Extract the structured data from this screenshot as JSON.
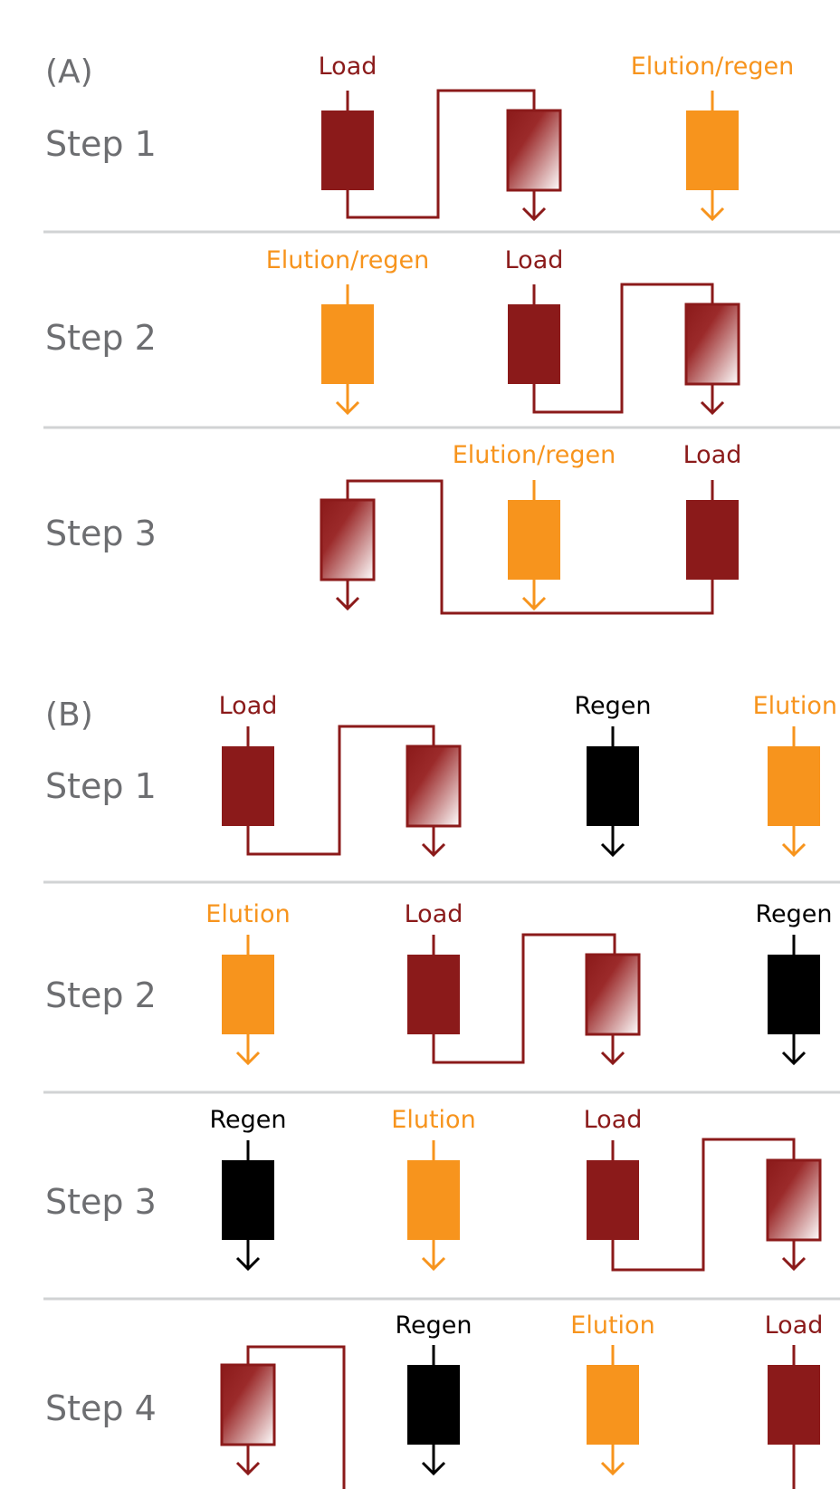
{
  "colors": {
    "load": "#8b1a1a",
    "elution": "#f7941d",
    "regen": "#000000",
    "divider": "#d1d3d4",
    "step_text": "#6d6e71"
  },
  "panel_a": {
    "label": "(A)",
    "steps": [
      {
        "label": "Step 1",
        "columns": [
          {
            "label": "Load",
            "role": "load"
          },
          {
            "label": "",
            "role": "loaded"
          },
          {
            "label": "Elution/regen",
            "role": "elution"
          }
        ]
      },
      {
        "label": "Step 2",
        "columns": [
          {
            "label": "Elution/regen",
            "role": "elution"
          },
          {
            "label": "Load",
            "role": "load"
          },
          {
            "label": "",
            "role": "loaded"
          }
        ]
      },
      {
        "label": "Step 3",
        "columns": [
          {
            "label": "",
            "role": "loaded"
          },
          {
            "label": "Elution/regen",
            "role": "elution"
          },
          {
            "label": "Load",
            "role": "load"
          }
        ]
      }
    ]
  },
  "panel_b": {
    "label": "(B)",
    "steps": [
      {
        "label": "Step 1",
        "columns": [
          {
            "label": "Load",
            "role": "load"
          },
          {
            "label": "",
            "role": "loaded"
          },
          {
            "label": "Regen",
            "role": "regen"
          },
          {
            "label": "Elution",
            "role": "elution"
          }
        ]
      },
      {
        "label": "Step 2",
        "columns": [
          {
            "label": "Elution",
            "role": "elution"
          },
          {
            "label": "Load",
            "role": "load"
          },
          {
            "label": "",
            "role": "loaded"
          },
          {
            "label": "Regen",
            "role": "regen"
          }
        ]
      },
      {
        "label": "Step 3",
        "columns": [
          {
            "label": "Regen",
            "role": "regen"
          },
          {
            "label": "Elution",
            "role": "elution"
          },
          {
            "label": "Load",
            "role": "load"
          },
          {
            "label": "",
            "role": "loaded"
          }
        ]
      },
      {
        "label": "Step 4",
        "columns": [
          {
            "label": "",
            "role": "loaded"
          },
          {
            "label": "Regen",
            "role": "regen"
          },
          {
            "label": "Elution",
            "role": "elution"
          },
          {
            "label": "Load",
            "role": "load"
          }
        ]
      }
    ]
  }
}
